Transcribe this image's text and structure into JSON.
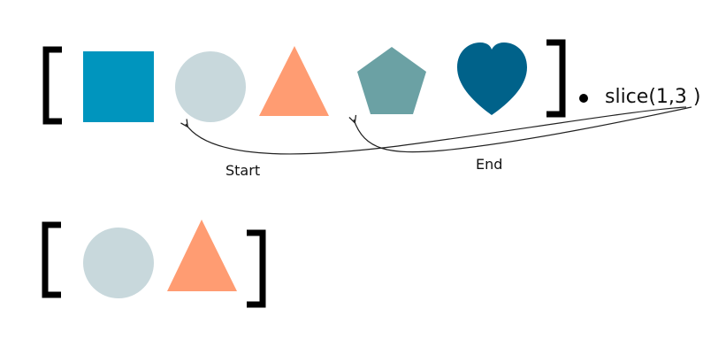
{
  "diagram": {
    "method": "slice(1,3 )",
    "start_label": "Start",
    "end_label": "End",
    "source_array": {
      "items": [
        {
          "shape": "square-icon",
          "color": "#0095BE"
        },
        {
          "shape": "circle-icon",
          "color": "#C8D8DC"
        },
        {
          "shape": "triangle-icon",
          "color": "#FF9C72"
        },
        {
          "shape": "pentagon-icon",
          "color": "#6BA1A4"
        },
        {
          "shape": "heart-icon",
          "color": "#00628A"
        }
      ]
    },
    "result_array": {
      "items": [
        {
          "shape": "circle-icon",
          "color": "#C8D8DC"
        },
        {
          "shape": "triangle-icon",
          "color": "#FF9C72"
        }
      ]
    },
    "colors": {
      "bracket": "#000000",
      "arrow": "#222222"
    }
  }
}
